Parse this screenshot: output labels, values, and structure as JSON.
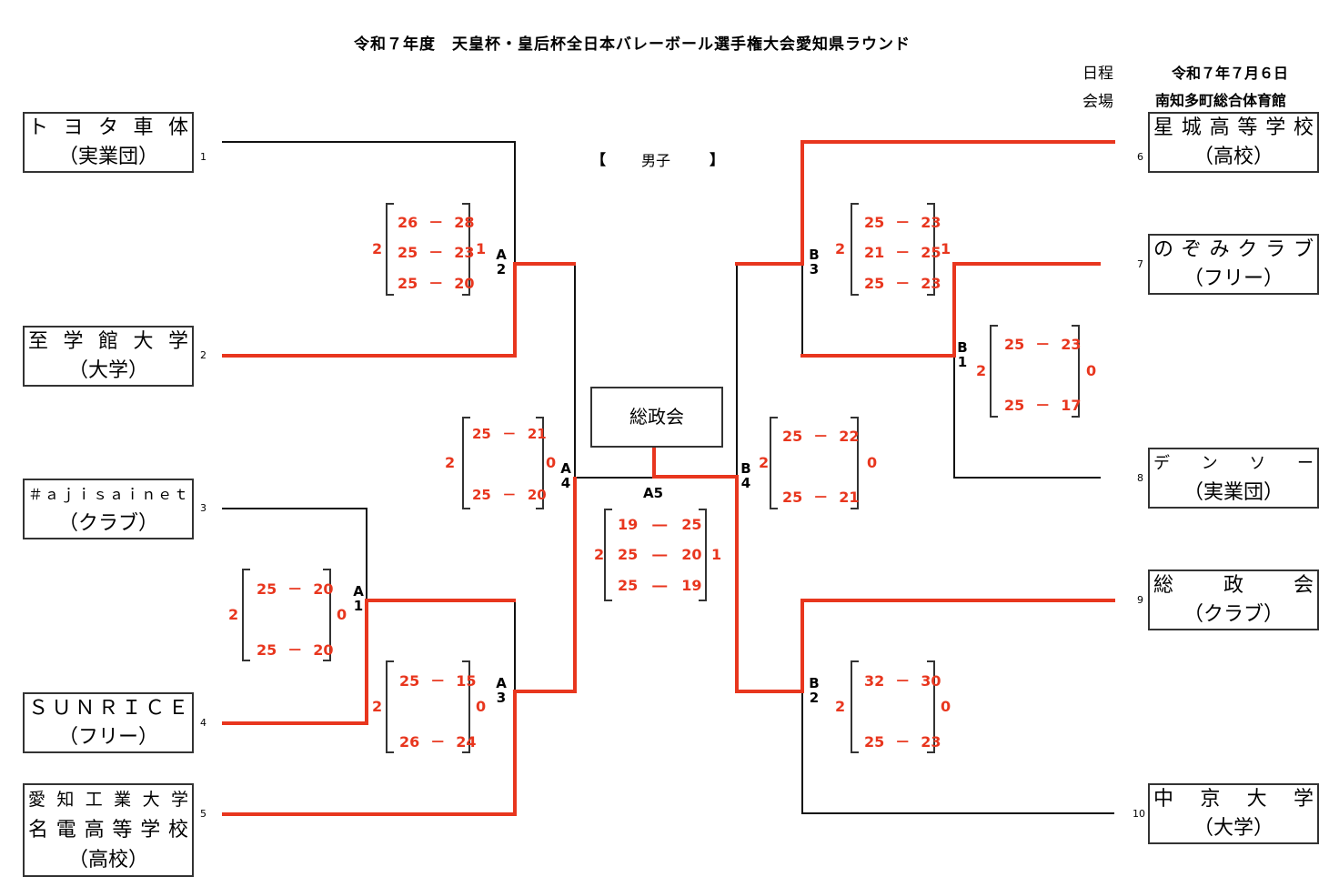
{
  "title": "令和７年度　天皇杯・皇后杯全日本バレーボール選手権大会愛知県ラウンド",
  "meta": {
    "date_label": "日程",
    "date_value": "令和７年７月６日",
    "venue_label": "会場",
    "venue_value": "南知多町総合体育館"
  },
  "section": {
    "open": "【",
    "label": "男子",
    "close": "】"
  },
  "final_winner": "総政会",
  "colors": {
    "winner_line": "#e8361e",
    "score_text": "#e8361e",
    "bracket_line": "#111111"
  },
  "teams": [
    {
      "seed": "1",
      "lines": [
        "トヨタ車体",
        "（実業団）"
      ]
    },
    {
      "seed": "2",
      "lines": [
        "至学館大学",
        "（大学）"
      ]
    },
    {
      "seed": "3",
      "lines": [
        "＃ａｊｉｓａｉｎｅｔ",
        "（クラブ）"
      ]
    },
    {
      "seed": "4",
      "lines": [
        "ＳＵＮＲＩＣＥ",
        "（フリー）"
      ]
    },
    {
      "seed": "5",
      "lines": [
        "愛知工業大学",
        "名電高等学校",
        "（高校）"
      ]
    },
    {
      "seed": "6",
      "lines": [
        "星城高等学校",
        "（高校）"
      ]
    },
    {
      "seed": "7",
      "lines": [
        "のぞみクラブ",
        "（フリー）"
      ]
    },
    {
      "seed": "8",
      "lines": [
        "デンソー",
        "（実業団）"
      ]
    },
    {
      "seed": "9",
      "lines": [
        "総政会",
        "（クラブ）"
      ]
    },
    {
      "seed": "10",
      "lines": [
        "中京大学",
        "（大学）"
      ]
    }
  ],
  "matches": {
    "A1": {
      "label": "A1",
      "left_sets": "2",
      "right_sets": "0",
      "sets": [
        [
          "25",
          "20"
        ],
        [
          "25",
          "20"
        ]
      ]
    },
    "A2": {
      "label": "A2",
      "left_sets": "2",
      "right_sets": "1",
      "sets": [
        [
          "26",
          "28"
        ],
        [
          "25",
          "23"
        ],
        [
          "25",
          "20"
        ]
      ]
    },
    "A3": {
      "label": "A3",
      "left_sets": "2",
      "right_sets": "0",
      "sets": [
        [
          "25",
          "15"
        ],
        [
          "26",
          "24"
        ]
      ]
    },
    "A4": {
      "label": "A4",
      "left_sets": "2",
      "right_sets": "0",
      "sets": [
        [
          "25",
          "21"
        ],
        [
          "25",
          "20"
        ]
      ]
    },
    "A5": {
      "label": "A5",
      "left_sets": "2",
      "right_sets": "1",
      "sets": [
        [
          "19",
          "25"
        ],
        [
          "25",
          "20"
        ],
        [
          "25",
          "19"
        ]
      ]
    },
    "B1": {
      "label": "B1",
      "left_sets": "2",
      "right_sets": "0",
      "sets": [
        [
          "25",
          "23"
        ],
        [
          "25",
          "17"
        ]
      ]
    },
    "B2": {
      "label": "B2",
      "left_sets": "2",
      "right_sets": "0",
      "sets": [
        [
          "32",
          "30"
        ],
        [
          "25",
          "23"
        ]
      ]
    },
    "B3": {
      "label": "B3",
      "left_sets": "2",
      "right_sets": "1",
      "sets": [
        [
          "25",
          "23"
        ],
        [
          "21",
          "25"
        ],
        [
          "25",
          "23"
        ]
      ]
    },
    "B4": {
      "label": "B4",
      "left_sets": "2",
      "right_sets": "0",
      "sets": [
        [
          "25",
          "22"
        ],
        [
          "25",
          "21"
        ]
      ]
    }
  }
}
